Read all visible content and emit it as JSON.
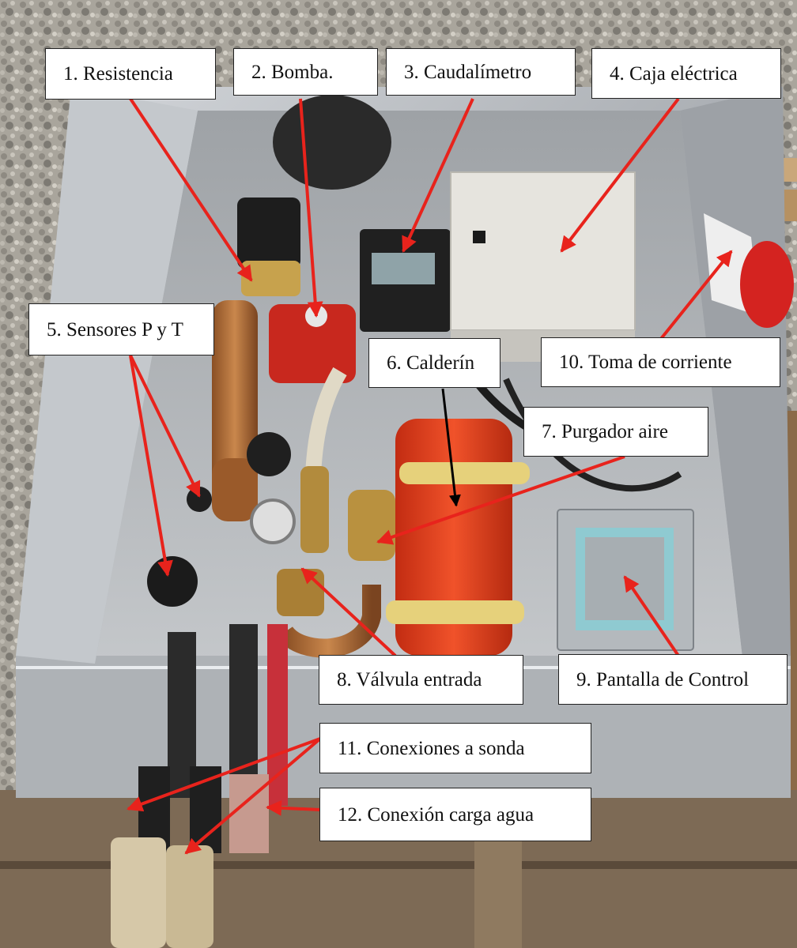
{
  "figure": {
    "labels": [
      {
        "id": "1",
        "text": "1. Resistencia"
      },
      {
        "id": "2",
        "text": "2. Bomba."
      },
      {
        "id": "3",
        "text": "3. Caudalímetro"
      },
      {
        "id": "4",
        "text": "4. Caja eléctrica"
      },
      {
        "id": "5",
        "text": "5. Sensores P y T"
      },
      {
        "id": "6",
        "text": "6. Calderín"
      },
      {
        "id": "7",
        "text": "7. Purgador aire"
      },
      {
        "id": "8",
        "text": "8. Válvula entrada"
      },
      {
        "id": "9",
        "text": "9. Pantalla de Control"
      },
      {
        "id": "10",
        "text": "10. Toma de corriente"
      },
      {
        "id": "11",
        "text": "11. Conexiones a sonda"
      },
      {
        "id": "12",
        "text": "12. Conexión carga agua"
      }
    ]
  },
  "colors": {
    "arrow": "#e8231c",
    "heater_pipe": "#b8733a",
    "pump": "#c8281e",
    "tank": "#e8401f",
    "electrical_box": "#e6e4de",
    "steel_box": "#b9bcc0"
  }
}
